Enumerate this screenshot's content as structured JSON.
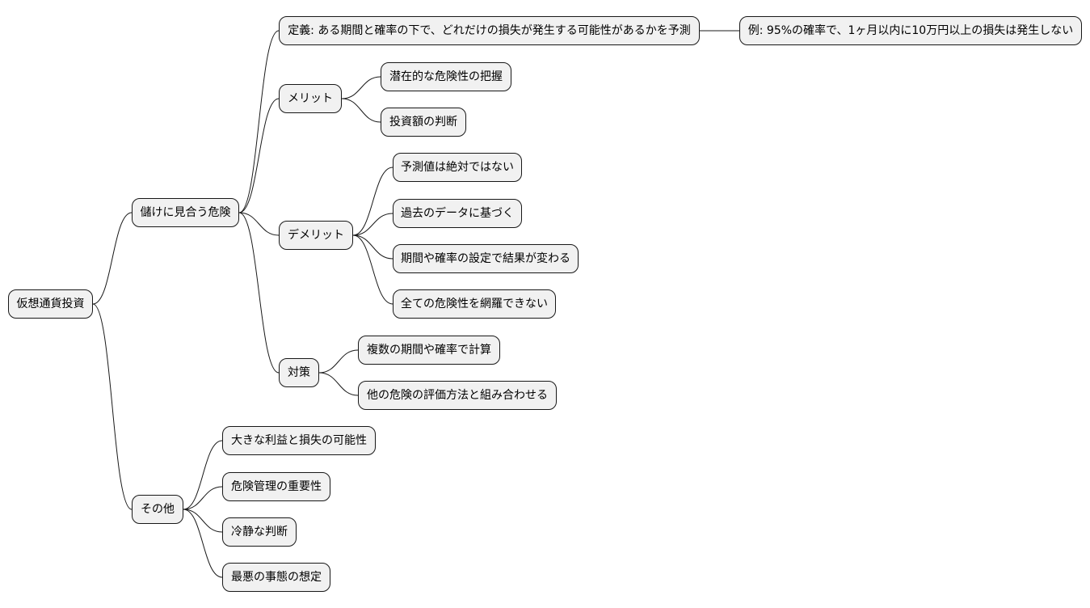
{
  "mindmap": {
    "root": "仮想通貨投資",
    "branch_risk": {
      "label": "儲けに見合う危険",
      "definition": "定義: ある期間と確率の下で、どれだけの損失が発生する可能性があるかを予測",
      "example": "例: 95%の確率で、1ヶ月以内に10万円以上の損失は発生しない",
      "merit": {
        "label": "メリット",
        "items": [
          "潜在的な危険性の把握",
          "投資額の判断"
        ]
      },
      "demerit": {
        "label": "デメリット",
        "items": [
          "予測値は絶対ではない",
          "過去のデータに基づく",
          "期間や確率の設定で結果が変わる",
          "全ての危険性を網羅できない"
        ]
      },
      "measures": {
        "label": "対策",
        "items": [
          "複数の期間や確率で計算",
          "他の危険の評価方法と組み合わせる"
        ]
      }
    },
    "branch_other": {
      "label": "その他",
      "items": [
        "大きな利益と損失の可能性",
        "危険管理の重要性",
        "冷静な判断",
        "最悪の事態の想定"
      ]
    }
  }
}
